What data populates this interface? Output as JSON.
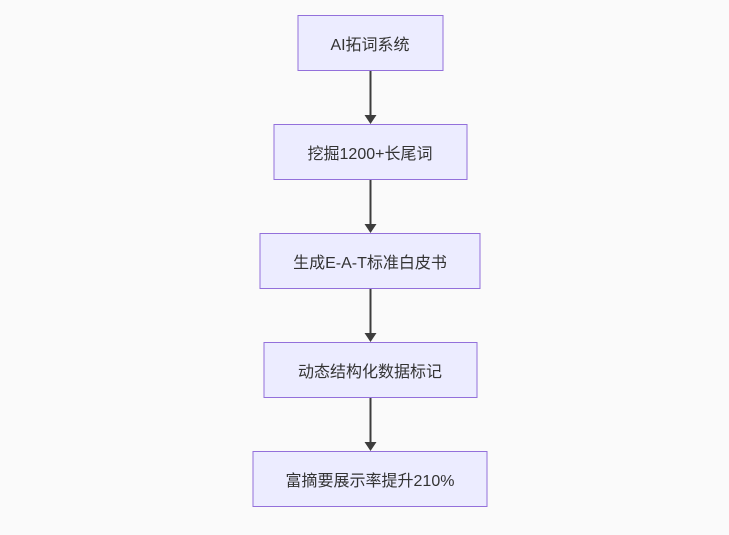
{
  "diagram": {
    "type": "flowchart",
    "direction": "top-down",
    "nodes": [
      {
        "label": "AI拓词系统"
      },
      {
        "label": "挖掘1200+长尾词"
      },
      {
        "label": "生成E-A-T标准白皮书"
      },
      {
        "label": "动态结构化数据标记"
      },
      {
        "label": "富摘要展示率提升210%"
      }
    ],
    "edges": [
      {
        "from": 0,
        "to": 1,
        "style": "arrow-down"
      },
      {
        "from": 1,
        "to": 2,
        "style": "arrow-down"
      },
      {
        "from": 2,
        "to": 3,
        "style": "arrow-down"
      },
      {
        "from": 3,
        "to": 4,
        "style": "arrow-down"
      }
    ],
    "colors": {
      "background": "#fafafa",
      "node_fill": "#ececff",
      "node_border": "#9370db",
      "node_text": "#333333",
      "arrow": "#3d3d3d"
    }
  }
}
